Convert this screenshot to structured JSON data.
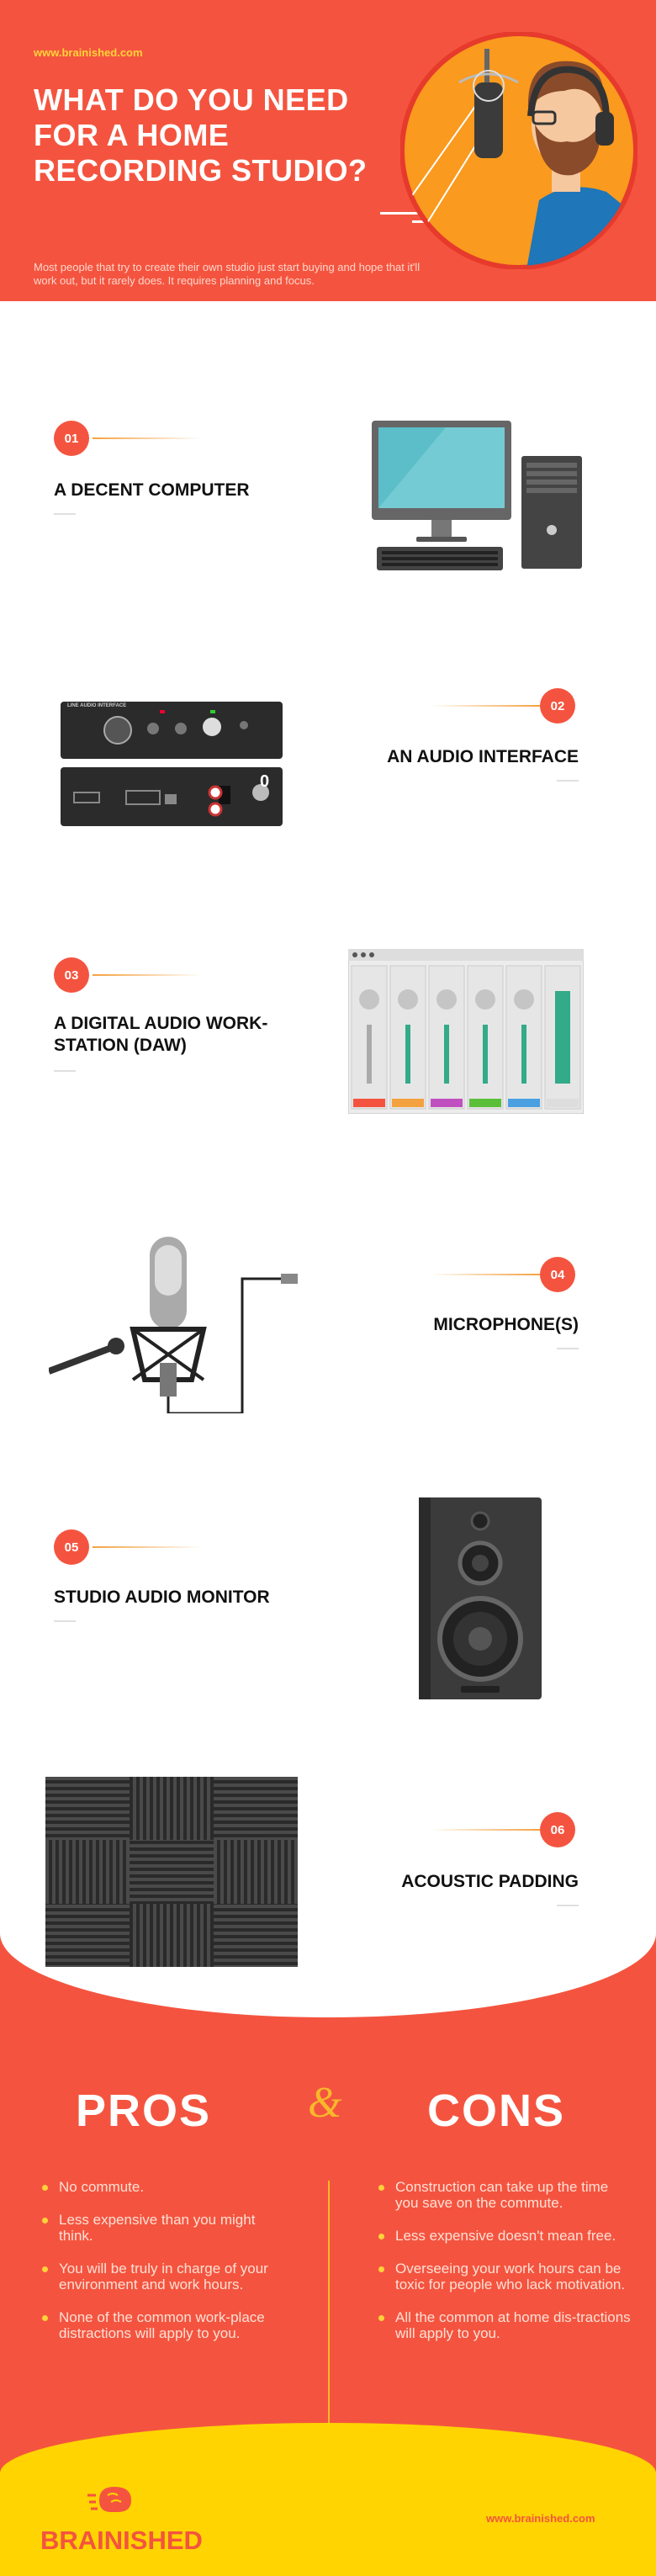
{
  "header": {
    "site_url": "www.brainished.com",
    "title": "WHAT DO YOU NEED FOR A HOME RECORDING STUDIO?",
    "intro": "Most people that try to create their own studio just start buying and hope that it'll work out, but it rarely does. It requires planning and focus."
  },
  "items": [
    {
      "number": "01",
      "title": "A DECENT COMPUTER",
      "icon": "computer-icon"
    },
    {
      "number": "02",
      "title": "AN AUDIO INTERFACE",
      "icon": "audio-interface-icon"
    },
    {
      "number": "03",
      "title": "A DIGITAL AUDIO WORK-STATION (DAW)",
      "icon": "daw-mixer-icon"
    },
    {
      "number": "04",
      "title": "MICROPHONE(S)",
      "icon": "microphone-icon"
    },
    {
      "number": "05",
      "title": "STUDIO AUDIO MONITOR",
      "icon": "speaker-icon"
    },
    {
      "number": "06",
      "title": "ACOUSTIC PADDING",
      "icon": "acoustic-foam-icon"
    }
  ],
  "interface_labels": {
    "front_brand": "LINE AUDIO INTERFACE",
    "rear_digit": "0"
  },
  "pros_cons": {
    "pros_title": "PROS",
    "cons_title": "CONS",
    "ampersand": "&",
    "pros": [
      "No commute.",
      "Less expensive than you might think.",
      "You will be truly in charge of your environment and work hours.",
      "None of the common work-place distractions will apply to you."
    ],
    "cons": [
      "Construction can take up the time you save on the commute.",
      "Less expensive doesn't mean free.",
      "Overseeing your work hours can be toxic for people who lack motivation.",
      "All the common at home dis-tractions will apply to you."
    ]
  },
  "footer": {
    "brand": "BRAINISHED",
    "site_url": "www.brainished.com"
  },
  "colors": {
    "primary": "#f4543f",
    "accent": "#ffd23a",
    "footer": "#ffd400"
  }
}
